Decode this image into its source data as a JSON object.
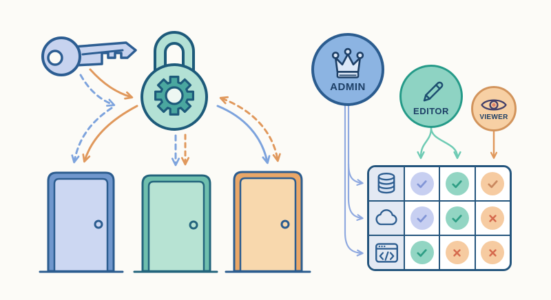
{
  "scene": {
    "background": "#fcfbf7",
    "left_illustration": {
      "objects": [
        "key",
        "padlock-with-gear",
        "door-blue",
        "door-teal",
        "door-orange"
      ],
      "door_colors": {
        "blue": {
          "frame": "#7097cd",
          "panel": "#ccd7f2"
        },
        "teal": {
          "frame": "#6fbfae",
          "panel": "#b7e3d3"
        },
        "orange": {
          "frame": "#eaa768",
          "panel": "#f8d8ad"
        }
      },
      "arrow_colors": {
        "blue": "#7da3dd",
        "orange": "#e0985c"
      }
    },
    "roles": [
      {
        "label": "ADMIN",
        "icon": "crown-icon",
        "fill": "#8cb4e2",
        "stroke": "#2b5c8f"
      },
      {
        "label": "EDITOR",
        "icon": "pencil-icon",
        "fill": "#8ed3c3",
        "stroke": "#259a88"
      },
      {
        "label": "VIEWER",
        "icon": "eye-icon",
        "fill": "#f7d0a4",
        "stroke": "#d2945c"
      }
    ],
    "matrix": {
      "resources": [
        "database-icon",
        "cloud-icon",
        "code-window-icon"
      ],
      "rows": [
        {
          "resource": "database-icon",
          "cells": [
            "check-blue",
            "check-green",
            "check-orange"
          ]
        },
        {
          "resource": "cloud-icon",
          "cells": [
            "check-blue",
            "check-green",
            "x-orange"
          ]
        },
        {
          "resource": "code-window-icon",
          "cells": [
            "check-green",
            "x-orange",
            "x-orange"
          ]
        }
      ],
      "grid_stroke": "#24557d",
      "resource_column_bg": "#e3e9f3"
    }
  }
}
